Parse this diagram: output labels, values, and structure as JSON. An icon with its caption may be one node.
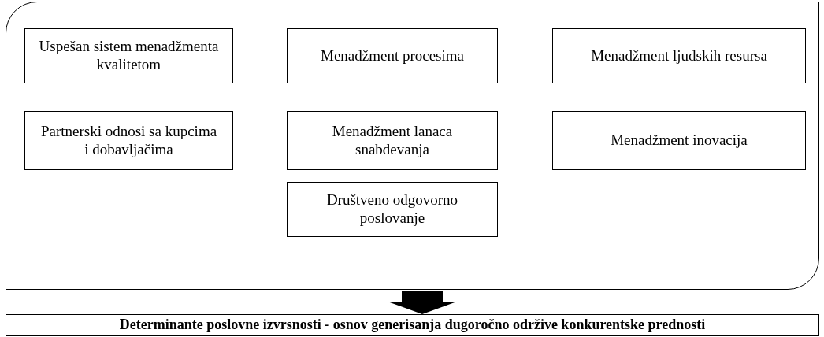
{
  "diagram": {
    "nodes": [
      {
        "text": [],
        "shape": "box"
      },
      {
        "text": [
          "Uspešan sistem menadžmenta kvalitetom"
        ],
        "in": 0
      },
      {
        "text": [
          "Menadžment procesima"
        ],
        "in": 0
      },
      {
        "text": [
          "Menadžment ljudskih resursa"
        ],
        "in": 0
      },
      {
        "text": [
          "Partnerski odnosi sa kupcima i dobavljačima"
        ],
        "in": 0
      },
      {
        "text": [
          "Menadžment lanaca snabdevanja"
        ],
        "in": 0
      },
      {
        "text": [
          "Menadžment inovacija"
        ],
        "in": 0
      },
      {
        "text": [
          "Društveno odgovorno poslovanje"
        ],
        "in": 0
      },
      {
        "text": [
          "Determinante poslovne izvrsnosti  - osnov generisanja dugoročno održive konkurentske prednosti"
        ]
      }
    ],
    "edges": [
      {
        "from": 0,
        "to": 8,
        "arrow": "to",
        "style": "thick"
      }
    ]
  }
}
